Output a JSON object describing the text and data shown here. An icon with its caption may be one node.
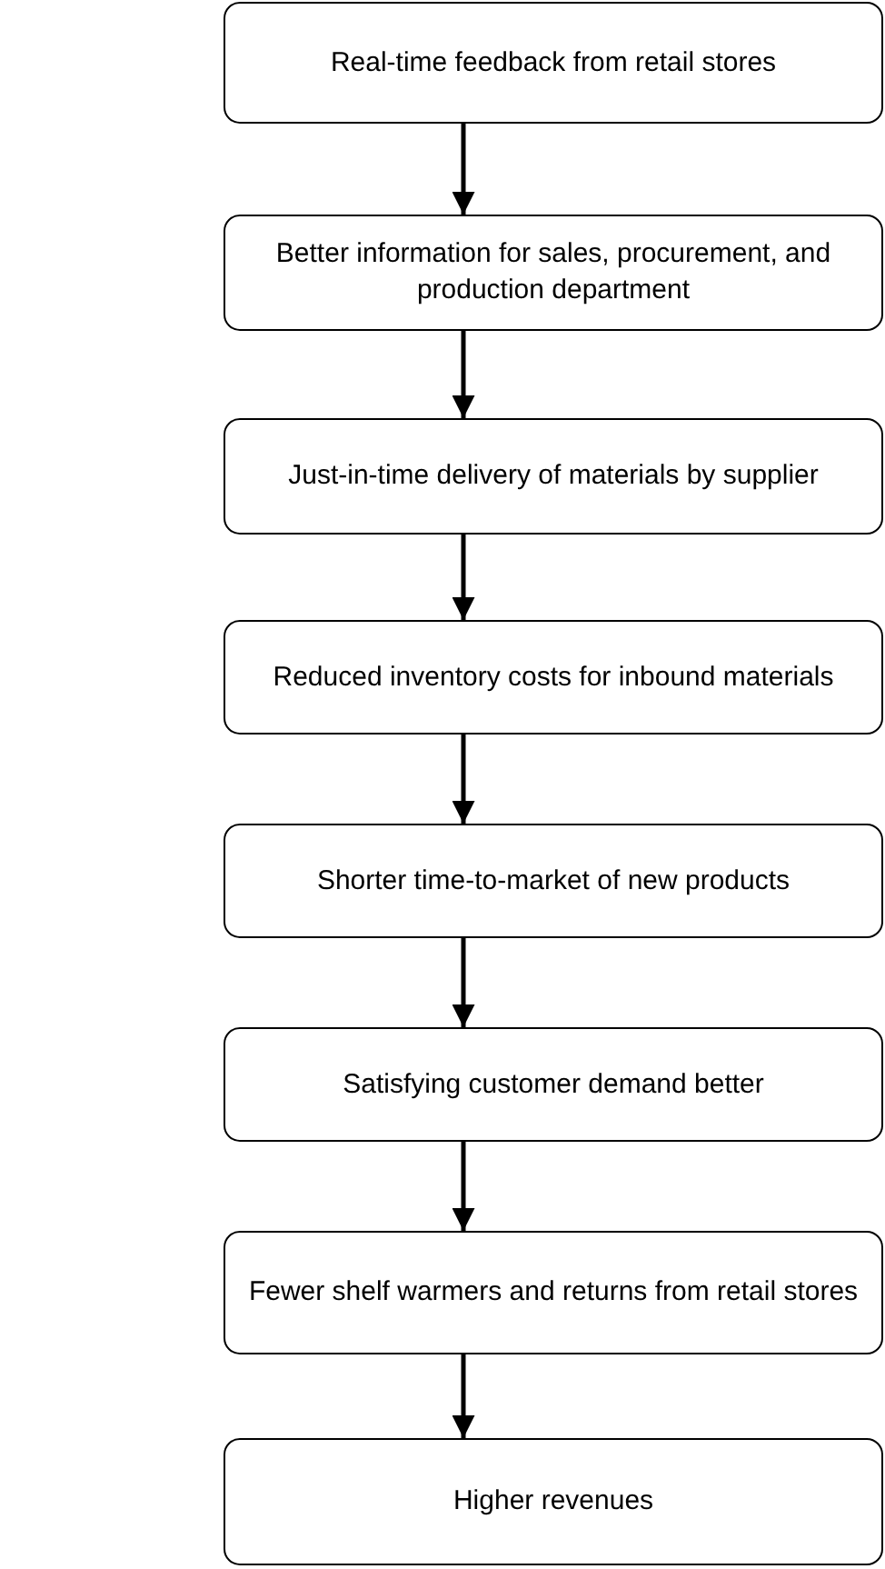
{
  "diagram": {
    "nodes": [
      {
        "text": [
          "Real-time feedback from retail stores"
        ]
      },
      {
        "text": [
          "Better information for sales, procurement, and production department"
        ]
      },
      {
        "text": [
          "Just-in-time delivery of materials by supplier"
        ]
      },
      {
        "text": [
          "Reduced inventory costs for inbound materials"
        ]
      },
      {
        "text": [
          "Shorter time-to-market of new products"
        ]
      },
      {
        "text": [
          "Satisfying customer demand better"
        ]
      },
      {
        "text": [
          "Fewer shelf warmers and returns from retail stores"
        ]
      },
      {
        "text": [
          "Higher revenues"
        ]
      }
    ],
    "edges": [
      {
        "from": 0,
        "to": 1,
        "arrow": "to"
      },
      {
        "from": 1,
        "to": 2,
        "arrow": "to"
      },
      {
        "from": 2,
        "to": 3,
        "arrow": "to"
      },
      {
        "from": 3,
        "to": 4,
        "arrow": "to"
      },
      {
        "from": 4,
        "to": 5,
        "arrow": "to"
      },
      {
        "from": 5,
        "to": 6,
        "arrow": "to"
      },
      {
        "from": 6,
        "to": 7,
        "arrow": "to"
      }
    ]
  }
}
